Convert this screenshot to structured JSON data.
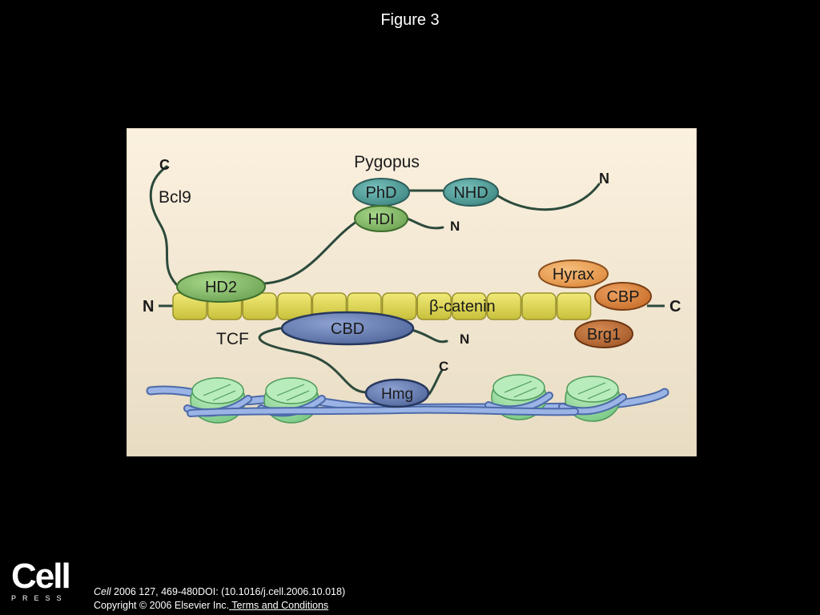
{
  "figure_title": "Figure 3",
  "diagram": {
    "labels": {
      "pygopus": "Pygopus",
      "bcl9": "Bcl9",
      "tcf": "TCF",
      "beta_catenin": "β-catenin"
    },
    "domains": {
      "phd": "PhD",
      "nhd": "NHD",
      "hdi": "HDI",
      "hd2": "HD2",
      "cbd": "CBD",
      "hmg": "Hmg",
      "hyrax": "Hyrax",
      "cbp": "CBP",
      "brg1": "Brg1"
    },
    "termini": {
      "bcl9_c": "C",
      "pygo_n": "N",
      "hdi_n": "N",
      "catenin_n": "N",
      "catenin_c": "C",
      "tcf_n": "N",
      "tcf_c": "C"
    }
  },
  "footer": {
    "logo_word": "Cell",
    "logo_sub": "PRESS",
    "journal": "Cell",
    "citation_rest": " 2006 127, 469-480DOI: (10.1016/j.cell.2006.10.018)",
    "copyright": "Copyright © 2006 Elsevier Inc.",
    "terms_link": " Terms and Conditions"
  },
  "colors": {
    "background": "#000000",
    "panel": "#f6ead2",
    "catenin": "#e4dc55",
    "green_domain": "#8cc46e",
    "teal_domain": "#5aa6a2",
    "blue_domain": "#7287b8",
    "hyrax": "#f0a860",
    "cbp": "#de8a44",
    "brg1": "#c0703c",
    "nucleosome": "#9fe0a8",
    "dna": "#8ea9dc"
  }
}
